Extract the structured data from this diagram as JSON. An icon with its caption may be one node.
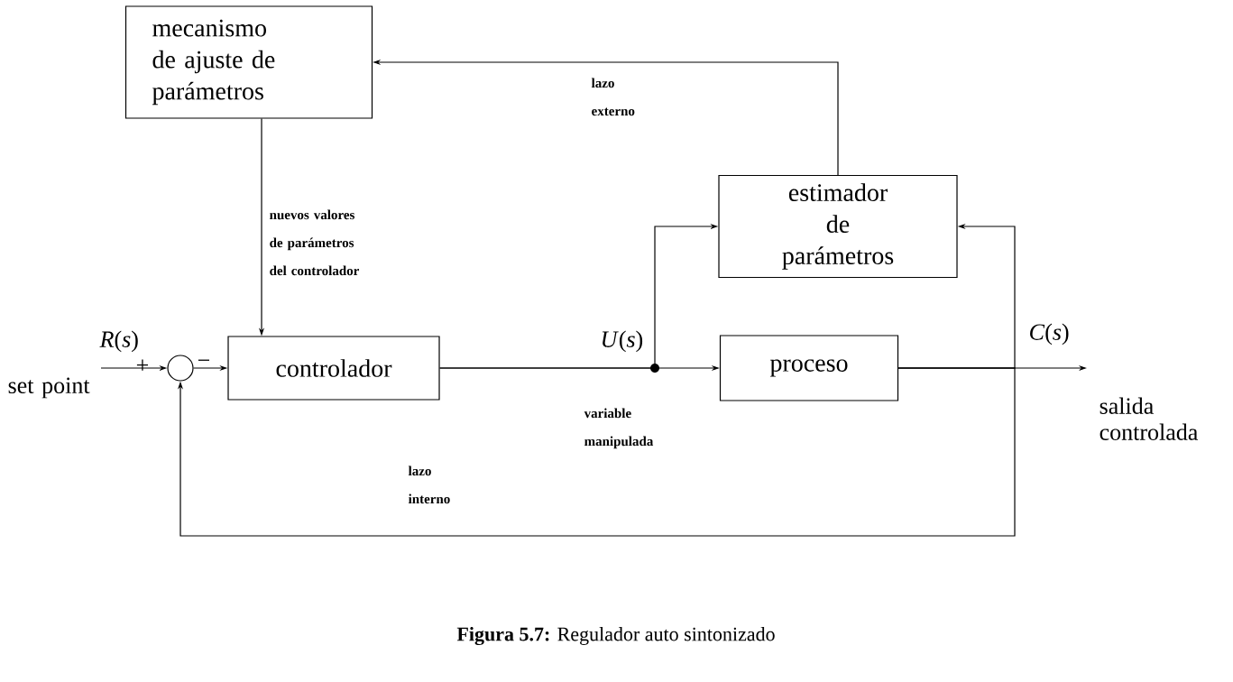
{
  "diagram": {
    "caption": "**Figura 5.7:** Regulador auto sintonizado",
    "nodes": [
      {
        "text": [
          "mecanismo de ajuste de parámetros"
        ]
      },
      {
        "text": [
          "estimador de parámetros"
        ]
      },
      {
        "text": [],
        "shape": "circle"
      },
      {
        "text": [
          "controlador"
        ]
      },
      {
        "text": [
          "proceso"
        ]
      }
    ],
    "edges": [
      {
        "from": null,
        "to": 2,
        "arrow": "to"
      },
      {
        "from": 2,
        "to": 3,
        "arrow": "to"
      },
      {
        "from": 3,
        "to": 4,
        "arrow": "to"
      },
      {
        "from": 3,
        "to": 1,
        "arrow": "to"
      },
      {
        "from": 4,
        "to": null,
        "arrow": "to"
      },
      {
        "from": 4,
        "to": 1,
        "arrow": "to"
      },
      {
        "from": 4,
        "to": 2,
        "arrow": "to"
      },
      {
        "from": 1,
        "to": 0,
        "arrow": "to"
      },
      {
        "from": 0,
        "to": 3,
        "arrow": "to"
      }
    ],
    "labels": [
      "lazo externo",
      "nuevos valores de parámetros del controlador",
      "*R*(*s*)",
      "*U*(*s*)",
      "*C*(*s*)",
      "+",
      "−",
      "set point",
      "variable manipulada",
      "salida controlada",
      "lazo interno"
    ]
  }
}
